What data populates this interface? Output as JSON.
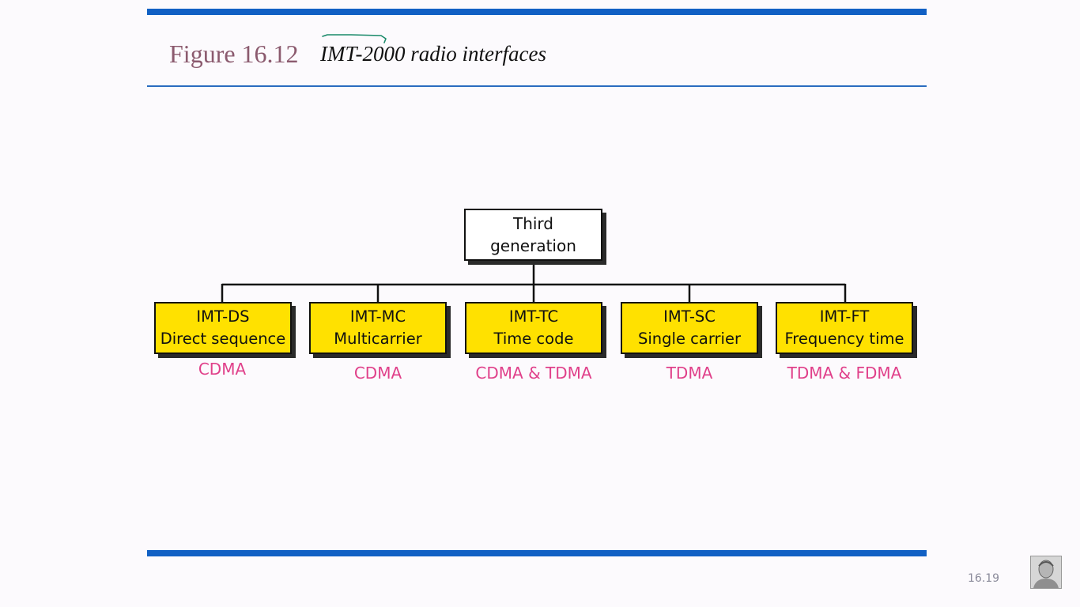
{
  "figure": {
    "label": "Figure 16.12",
    "caption": "IMT-2000 radio interfaces"
  },
  "diagram": {
    "root": {
      "line1": "Third",
      "line2": "generation"
    },
    "children": [
      {
        "name": "IMT-DS",
        "desc": "Direct sequence",
        "access": "CDMA"
      },
      {
        "name": "IMT-MC",
        "desc": "Multicarrier",
        "access": "CDMA"
      },
      {
        "name": "IMT-TC",
        "desc": "Time code",
        "access": "CDMA & TDMA"
      },
      {
        "name": "IMT-SC",
        "desc": "Single carrier",
        "access": "TDMA"
      },
      {
        "name": "IMT-FT",
        "desc": "Frequency time",
        "access": "TDMA & FDMA"
      }
    ]
  },
  "footer": {
    "page_number": "16.19"
  },
  "colors": {
    "rule": "#1160c4",
    "child_box_fill": "#ffe100",
    "access_text": "#e0408a",
    "figure_label": "#8b5a6e"
  }
}
